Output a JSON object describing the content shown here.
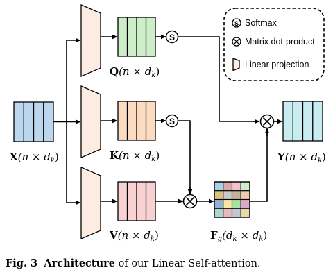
{
  "legend": {
    "softmax": "Softmax",
    "matrix_dot": "Matrix dot-product",
    "linear_proj": "Linear projection",
    "softmax_symbol": "S"
  },
  "labels": {
    "x": {
      "sym": "X",
      "dims": "(n × d",
      "sub": "k",
      "close": ")"
    },
    "q": {
      "sym": "Q",
      "dims": "(n × d",
      "sub": "k",
      "close": ")"
    },
    "k": {
      "sym": "K",
      "dims": "(n × d",
      "sub": "k",
      "close": ")"
    },
    "v": {
      "sym": "V",
      "dims": "(n × d",
      "sub": "k",
      "close": ")"
    },
    "y": {
      "sym": "Y",
      "dims": "(n × d",
      "sub": "k",
      "close": ")"
    },
    "fg": {
      "sym": "F",
      "symsub": "g",
      "dims": "(d",
      "sub": "k",
      "mid": " × d",
      "sub2": "k",
      "close": ")"
    }
  },
  "caption": {
    "fig": "Fig. 3",
    "bold": "Architecture",
    "rest": " of our Linear Self-attention."
  },
  "colors": {
    "x_fill": "#bcd6ee",
    "q_fill": "#cdeec9",
    "k_fill": "#fbdcc0",
    "v_fill": "#f8d2d2",
    "y_fill": "#c8ecef",
    "proj_fill": "#fdece2"
  },
  "fg_grid": [
    [
      "#a7d2ea",
      "#d8a9a9",
      "#f6c1cf",
      "#cdeec9"
    ],
    [
      "#d9c27c",
      "#c9c9c9",
      "#c4b39a",
      "#eecbb2"
    ],
    [
      "#93b3d6",
      "#f6e7a6",
      "#a9e1a0",
      "#d6aac8"
    ],
    [
      "#a8d7d0",
      "#e8b8bb",
      "#c5c5d8",
      "#ead9a8"
    ]
  ]
}
